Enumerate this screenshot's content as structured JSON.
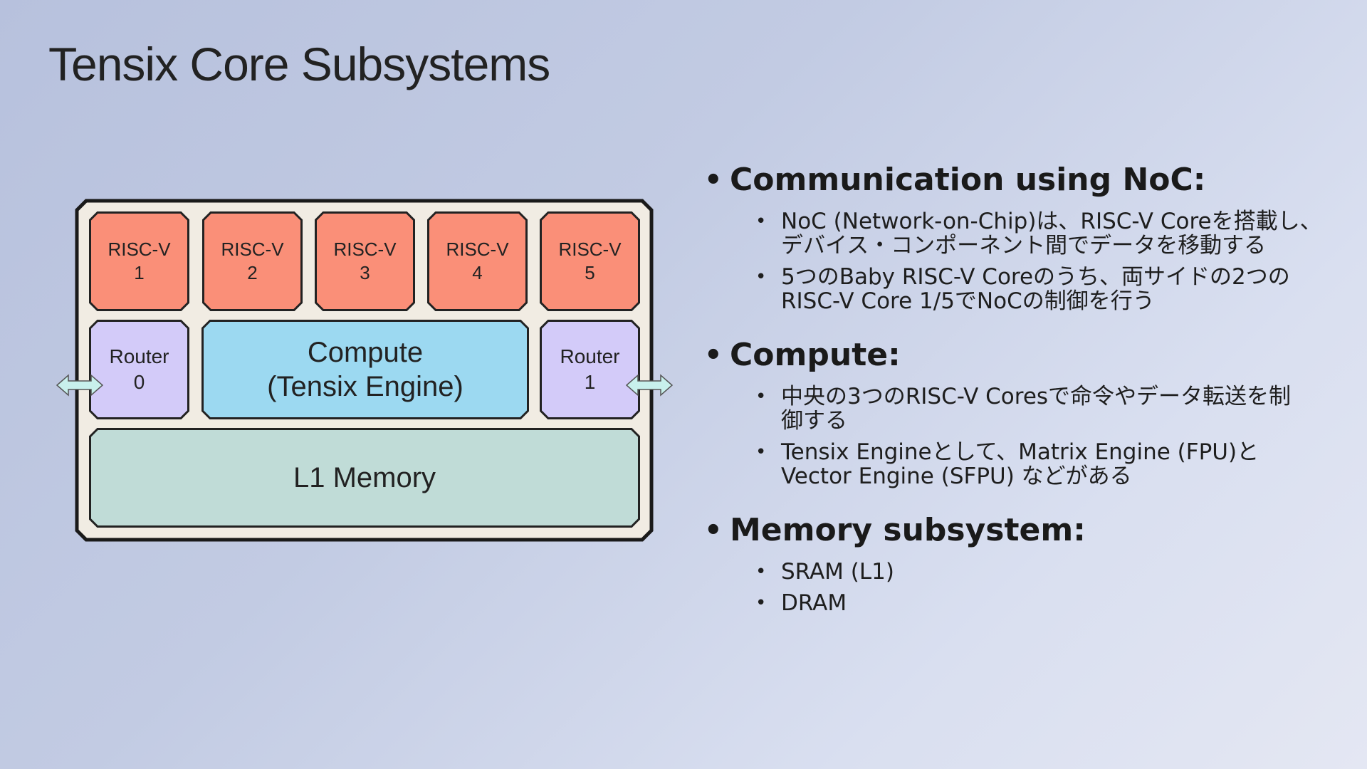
{
  "slide": {
    "title": "Tensix Core Subsystems"
  },
  "diagram": {
    "risc_v_cores": [
      {
        "line1": "RISC-V",
        "line2": "1"
      },
      {
        "line1": "RISC-V",
        "line2": "2"
      },
      {
        "line1": "RISC-V",
        "line2": "3"
      },
      {
        "line1": "RISC-V",
        "line2": "4"
      },
      {
        "line1": "RISC-V",
        "line2": "5"
      }
    ],
    "router_0": {
      "line1": "Router",
      "line2": "0"
    },
    "router_1": {
      "line1": "Router",
      "line2": "1"
    },
    "compute": {
      "line1": "Compute",
      "line2": "(Tensix Engine)"
    },
    "memory": {
      "label": "L1 Memory"
    },
    "colors": {
      "risc": "#fa8f78",
      "router": "#d3cbf9",
      "compute": "#9cd9f1",
      "memory": "#c0dcd7",
      "frame": "#f1ece3",
      "arrow": "#c8f0ec"
    }
  },
  "bullets": [
    {
      "heading": "Communication using NoC:",
      "items": [
        {
          "line1": "NoC (Network-on-Chip)は、RISC-V Coreを搭載し、",
          "line2": "デバイス・コンポーネント間でデータを移動する"
        },
        {
          "line1": "5つのBaby RISC-V Coreのうち、両サイドの2つの",
          "line2": "RISC-V Core 1/5でNoCの制御を行う"
        }
      ]
    },
    {
      "heading": "Compute:",
      "items": [
        {
          "line1": "中央の3つのRISC-V Coresで命令やデータ転送を制",
          "line2": "御する"
        },
        {
          "line1": "Tensix Engineとして、Matrix Engine (FPU)と",
          "line2": "Vector Engine (SFPU) などがある"
        }
      ]
    },
    {
      "heading": "Memory subsystem:",
      "items": [
        {
          "line1": "SRAM (L1)",
          "line2": ""
        },
        {
          "line1": "DRAM",
          "line2": ""
        }
      ]
    }
  ]
}
